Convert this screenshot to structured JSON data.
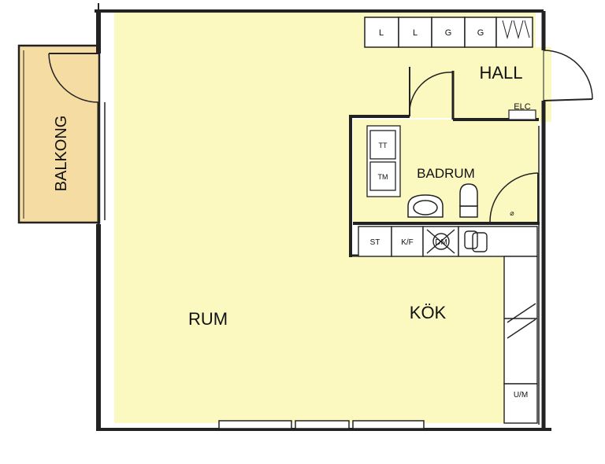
{
  "rooms": {
    "rum": "RUM",
    "kok": "KÖK",
    "hall": "HALL",
    "badrum": "BADRUM",
    "balkong": "BALKONG"
  },
  "fixtures": {
    "closets": [
      "L",
      "L",
      "G",
      "G"
    ],
    "elc": "ELC",
    "tt": "TT",
    "tm": "TM",
    "st": "ST",
    "kf": "K/F",
    "dm": "DM",
    "um": "U/M"
  },
  "colors": {
    "floor": "#fbf8c0",
    "balcony": "#f4dca2",
    "wall": "#222222",
    "background": "#ffffff"
  }
}
